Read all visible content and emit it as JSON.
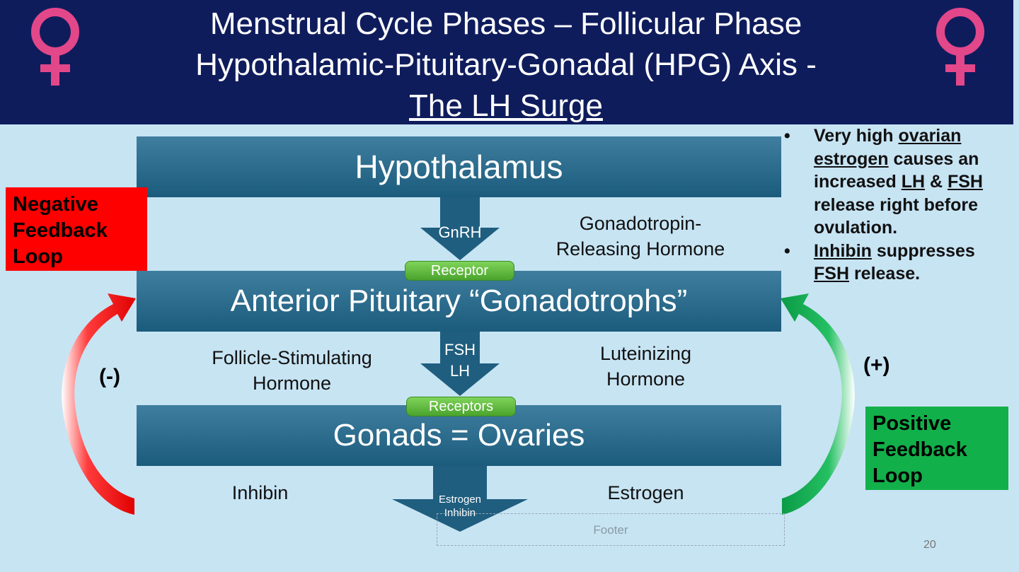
{
  "header": {
    "title_line1": "Menstrual Cycle Phases – Follicular Phase",
    "title_line2": "Hypothalamic-Pituitary-Gonadal (HPG) Axis -",
    "title_line3": "The LH Surge",
    "icon_left": "venus-icon",
    "icon_right": "venus-icon"
  },
  "diagram": {
    "hypothalamus": "Hypothalamus",
    "pituitary": "Anterior Pituitary “Gonadotrophs”",
    "gonads": "Gonads = Ovaries",
    "arrow1_label": "GnRH",
    "receptor1": "Receptor",
    "gnrh_full_line1": "Gonadotropin-",
    "gnrh_full_line2": "Releasing Hormone",
    "arrow2_label_line1": "FSH",
    "arrow2_label_line2": "LH",
    "receptor2": "Receptors",
    "fsh_full_line1": "Follicle-Stimulating",
    "fsh_full_line2": "Hormone",
    "lh_full_line1": "Luteinizing",
    "lh_full_line2": "Hormone",
    "arrow3_label_line1": "Estrogen",
    "arrow3_label_line2": "Inhibin",
    "inhibin": "Inhibin",
    "estrogen": "Estrogen",
    "negative_sign": "(-)",
    "positive_sign": "(+)"
  },
  "negative_box": {
    "line1": "Negative",
    "line2": "Feedback",
    "line3": "Loop"
  },
  "positive_box": {
    "line1": "Positive",
    "line2": "Feedback",
    "line3": "Loop"
  },
  "bullets": {
    "b1_p1": "Very high ",
    "b1_ovarian": "ovarian",
    "b1_estrogen": "estrogen",
    "b1_p2": " causes an increased ",
    "b1_lh": "LH",
    "b1_amp": " & ",
    "b1_fsh": "FSH",
    "b1_p3": " release right before ovulation.",
    "b2_inhibin": "Inhibin",
    "b2_p1": " suppresses ",
    "b2_fsh": "FSH",
    "b2_p2": " release."
  },
  "footer": {
    "text": "Footer",
    "page_number": "20"
  },
  "colors": {
    "background": "#c7e4f3",
    "header": "#0f1c5c",
    "bar": "#23607f",
    "venus": "#e2478a",
    "negative": "#ff0000",
    "positive": "#12b04a",
    "receptor": "#5fbf3c"
  }
}
